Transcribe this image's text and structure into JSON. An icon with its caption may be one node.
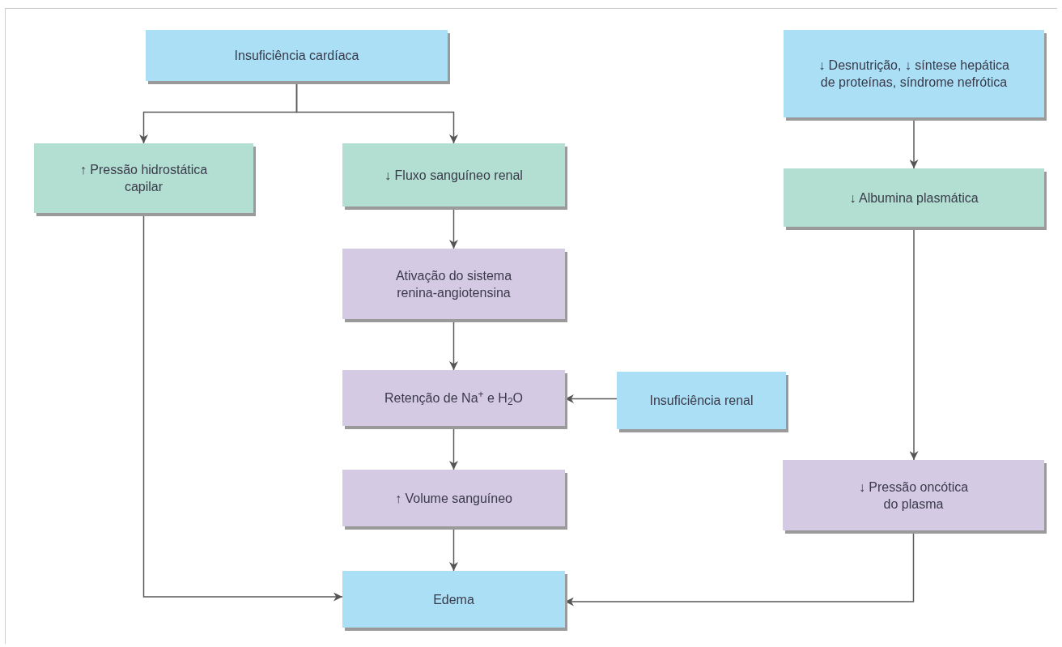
{
  "diagram": {
    "nodes": [
      {
        "text": [
          "Insuficiência cardíaca"
        ]
      },
      {
        "text": [
          "↑ Pressão hidrostática capilar"
        ]
      },
      {
        "text": [
          "↓ Fluxo sanguíneo renal"
        ]
      },
      {
        "text": [
          "Ativação do sistema renina-angiotensina"
        ]
      },
      {
        "text": [
          "Retenção de Na$^{+}$ e H$_{2}$O"
        ]
      },
      {
        "text": [
          "Insuficiência renal"
        ]
      },
      {
        "text": [
          "↑ Volume sanguíneo"
        ]
      },
      {
        "text": [
          "Edema"
        ]
      },
      {
        "text": [
          "↓ Desnutrição, ↓ síntese hepática de proteínas, síndrome nefrótica"
        ]
      },
      {
        "text": [
          "↓ Albumina plasmática"
        ]
      },
      {
        "text": [
          "↓ Pressão oncótica do plasma"
        ]
      }
    ],
    "edges": [
      {
        "from": 0,
        "to": 1,
        "arrow": "to"
      },
      {
        "from": 0,
        "to": 2,
        "arrow": "to"
      },
      {
        "from": 2,
        "to": 3,
        "arrow": "to"
      },
      {
        "from": 3,
        "to": 4,
        "arrow": "to"
      },
      {
        "from": 5,
        "to": 4,
        "arrow": "to"
      },
      {
        "from": 4,
        "to": 6,
        "arrow": "to"
      },
      {
        "from": 6,
        "to": 7,
        "arrow": "to"
      },
      {
        "from": 1,
        "to": 7,
        "arrow": "to"
      },
      {
        "from": 8,
        "to": 9,
        "arrow": "to"
      },
      {
        "from": 9,
        "to": 10,
        "arrow": "to"
      },
      {
        "from": 10,
        "to": 7,
        "arrow": "to"
      }
    ]
  }
}
